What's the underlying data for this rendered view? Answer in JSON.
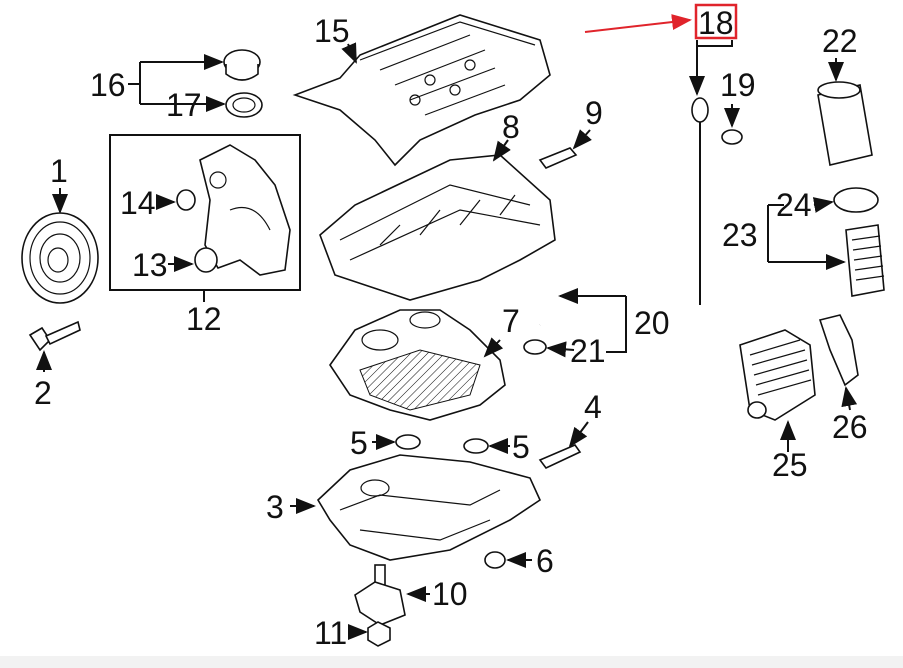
{
  "diagram": {
    "highlight_color": "#e0242b",
    "callouts": [
      {
        "id": "1",
        "label": "1"
      },
      {
        "id": "2",
        "label": "2"
      },
      {
        "id": "3",
        "label": "3"
      },
      {
        "id": "4",
        "label": "4"
      },
      {
        "id": "5a",
        "label": "5"
      },
      {
        "id": "5b",
        "label": "5"
      },
      {
        "id": "6",
        "label": "6"
      },
      {
        "id": "7",
        "label": "7"
      },
      {
        "id": "8",
        "label": "8"
      },
      {
        "id": "9",
        "label": "9"
      },
      {
        "id": "10",
        "label": "10"
      },
      {
        "id": "11",
        "label": "11"
      },
      {
        "id": "12",
        "label": "12"
      },
      {
        "id": "13",
        "label": "13"
      },
      {
        "id": "14",
        "label": "14"
      },
      {
        "id": "15",
        "label": "15"
      },
      {
        "id": "16",
        "label": "16"
      },
      {
        "id": "17",
        "label": "17"
      },
      {
        "id": "18",
        "label": "18"
      },
      {
        "id": "19",
        "label": "19"
      },
      {
        "id": "20",
        "label": "20"
      },
      {
        "id": "21",
        "label": "21"
      },
      {
        "id": "22",
        "label": "22"
      },
      {
        "id": "23",
        "label": "23"
      },
      {
        "id": "24",
        "label": "24"
      },
      {
        "id": "25",
        "label": "25"
      },
      {
        "id": "26",
        "label": "26"
      }
    ]
  }
}
